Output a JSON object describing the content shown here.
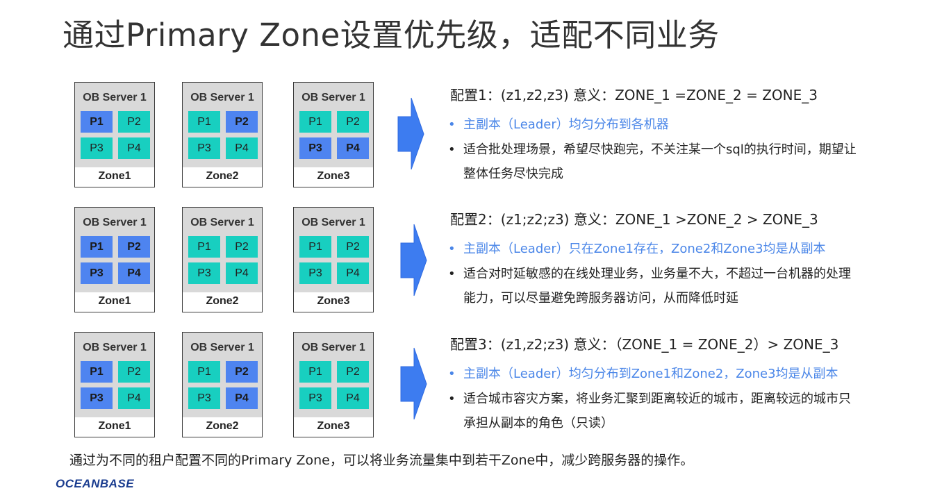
{
  "title": "通过Primary Zone设置优先级，适配不同业务",
  "groups": [
    {
      "zones": [
        {
          "server": "OB Server 1",
          "zone": "Zone1",
          "parts": [
            {
              "label": "P1",
              "role": "leader"
            },
            {
              "label": "P2",
              "role": "follower"
            },
            {
              "label": "P3",
              "role": "follower"
            },
            {
              "label": "P4",
              "role": "follower"
            }
          ]
        },
        {
          "server": "OB Server 1",
          "zone": "Zone2",
          "parts": [
            {
              "label": "P1",
              "role": "follower"
            },
            {
              "label": "P2",
              "role": "leader"
            },
            {
              "label": "P3",
              "role": "follower"
            },
            {
              "label": "P4",
              "role": "follower"
            }
          ]
        },
        {
          "server": "OB Server 1",
          "zone": "Zone3",
          "parts": [
            {
              "label": "P1",
              "role": "follower"
            },
            {
              "label": "P2",
              "role": "follower"
            },
            {
              "label": "P3",
              "role": "leader"
            },
            {
              "label": "P4",
              "role": "leader"
            }
          ]
        }
      ],
      "heading": "配置1：(z1,z2,z3)   意义：ZONE_1 =ZONE_2 = ZONE_3",
      "leader_line": "主副本（Leader）均匀分布到各机器",
      "desc_line1": "适合批处理场景，希望尽快跑完，不关注某一个sql的执行时间，期望让",
      "desc_line2": "整体任务尽快完成"
    },
    {
      "zones": [
        {
          "server": "OB Server 1",
          "zone": "Zone1",
          "parts": [
            {
              "label": "P1",
              "role": "leader"
            },
            {
              "label": "P2",
              "role": "leader"
            },
            {
              "label": "P3",
              "role": "leader"
            },
            {
              "label": "P4",
              "role": "leader"
            }
          ]
        },
        {
          "server": "OB Server 1",
          "zone": "Zone2",
          "parts": [
            {
              "label": "P1",
              "role": "follower"
            },
            {
              "label": "P2",
              "role": "follower"
            },
            {
              "label": "P3",
              "role": "follower"
            },
            {
              "label": "P4",
              "role": "follower"
            }
          ]
        },
        {
          "server": "OB Server 1",
          "zone": "Zone3",
          "parts": [
            {
              "label": "P1",
              "role": "follower"
            },
            {
              "label": "P2",
              "role": "follower"
            },
            {
              "label": "P3",
              "role": "follower"
            },
            {
              "label": "P4",
              "role": "follower"
            }
          ]
        }
      ],
      "heading": "配置2：(z1;z2;z3)  意义：ZONE_1 >ZONE_2 > ZONE_3",
      "leader_line": "主副本（Leader）只在Zone1存在，Zone2和Zone3均是从副本",
      "desc_line1": "适合对时延敏感的在线处理业务，业务量不大，不超过一台机器的处理",
      "desc_line2": "能力，可以尽量避免跨服务器访问，从而降低时延"
    },
    {
      "zones": [
        {
          "server": "OB Server 1",
          "zone": "Zone1",
          "parts": [
            {
              "label": "P1",
              "role": "leader"
            },
            {
              "label": "P2",
              "role": "follower"
            },
            {
              "label": "P3",
              "role": "leader"
            },
            {
              "label": "P4",
              "role": "follower"
            }
          ]
        },
        {
          "server": "OB Server 1",
          "zone": "Zone2",
          "parts": [
            {
              "label": "P1",
              "role": "follower"
            },
            {
              "label": "P2",
              "role": "leader"
            },
            {
              "label": "P3",
              "role": "follower"
            },
            {
              "label": "P4",
              "role": "leader"
            }
          ]
        },
        {
          "server": "OB Server 1",
          "zone": "Zone3",
          "parts": [
            {
              "label": "P1",
              "role": "follower"
            },
            {
              "label": "P2",
              "role": "follower"
            },
            {
              "label": "P3",
              "role": "follower"
            },
            {
              "label": "P4",
              "role": "follower"
            }
          ]
        }
      ],
      "heading": "配置3：(z1,z2;z3)  意义：（ZONE_1 = ZONE_2）> ZONE_3",
      "leader_line": "主副本（Leader）均匀分布到Zone1和Zone2，Zone3均是从副本",
      "desc_line1": "适合城市容灾方案，将业务汇聚到距离较近的城市，距离较远的城市只",
      "desc_line2": "承担从副本的角色（只读）"
    }
  ],
  "footer": "通过为不同的租户配置不同的Primary Zone，可以将业务流量集中到若干Zone中，减少跨服务器的操作。",
  "logo": "OCEANBASE",
  "colors": {
    "leader": "#4e84f0",
    "follower": "#18cfc0",
    "arrow": "#3d7cf0",
    "leader_text": "#4a86e8"
  }
}
